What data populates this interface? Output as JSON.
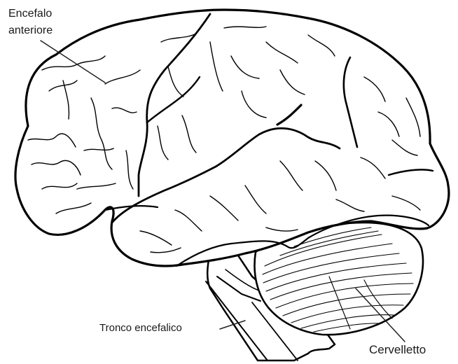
{
  "labels": {
    "forebrain": [
      "Encefalo",
      "anteriore"
    ],
    "brainstem": "Tronco encefalico",
    "cerebellum": "Cervelletto"
  },
  "colors": {
    "ink": "#000000",
    "background": "#ffffff",
    "text": "#1a1a1a"
  }
}
